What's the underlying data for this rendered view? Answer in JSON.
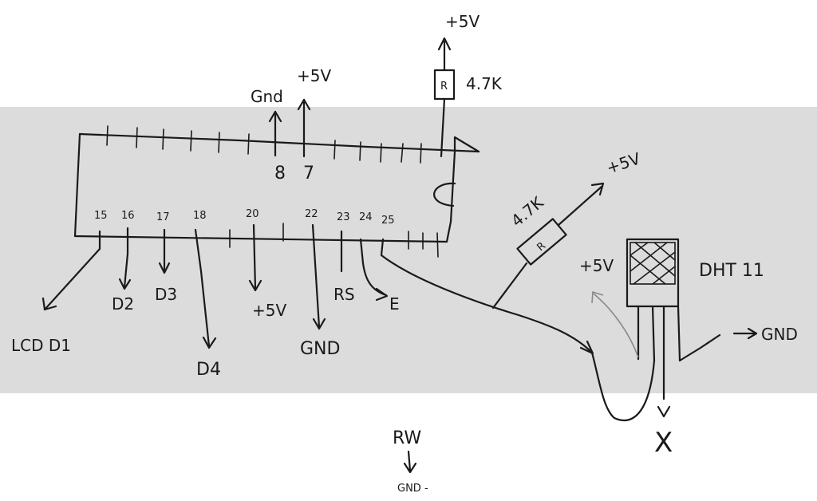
{
  "labels": {
    "top_5v": "+5V",
    "res_top": "R",
    "res_top_value": "4.7K",
    "gnd_top": "Gnd",
    "top_5v_2": "+5V",
    "pin_8": "8",
    "pin_7": "7",
    "pin_15": "15",
    "pin_16": "16",
    "pin_17": "17",
    "pin_18": "18",
    "pin_20": "20",
    "pin_22": "22",
    "pin_23": "23",
    "pin_24": "24",
    "pin_25": "25",
    "lcd_d1": "LCD D1",
    "d2": "D2",
    "d3": "D3",
    "d4": "D4",
    "pin20_5v": "+5V",
    "gnd_mid": "GND",
    "rs": "RS",
    "e": "E",
    "res_mid": "R",
    "res_mid_value": "4.7K",
    "res_mid_5v": "+5V",
    "dht_5v": "+5V",
    "dht_name": "DHT 11",
    "dht_gnd": "GND",
    "x_mark": "X",
    "rw": "RW",
    "rw_gnd": "GND -"
  }
}
